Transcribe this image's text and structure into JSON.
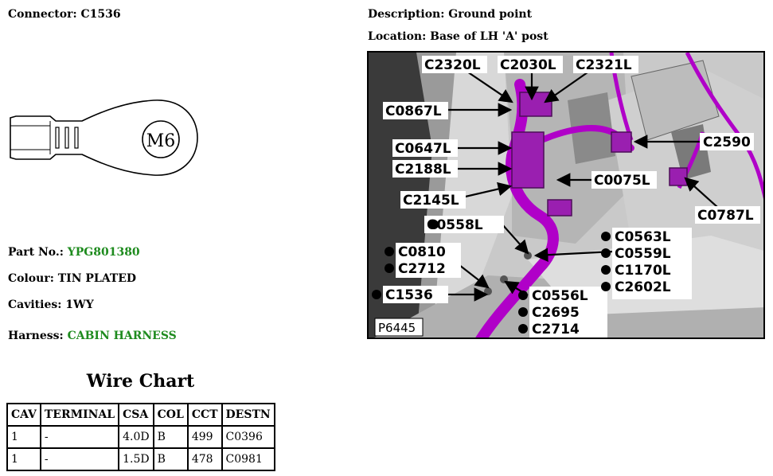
{
  "header": {
    "connector_label": "Connector:",
    "connector_value": "C1536",
    "description_label": "Description:",
    "description_value": "Ground point",
    "location_label": "Location:",
    "location_value": "Base of LH 'A' post"
  },
  "connector_icon": {
    "text": "M6"
  },
  "details": {
    "part_label": "Part No.:",
    "part_value": "YPG801380",
    "colour_label": "Colour:",
    "colour_value": "TIN PLATED",
    "cavities_label": "Cavities:",
    "cavities_value": "1WY",
    "harness_label": "Harness:",
    "harness_value": "CABIN HARNESS"
  },
  "wire_chart": {
    "title": "Wire Chart",
    "headers": [
      "CAV",
      "TERMINAL",
      "CSA",
      "COL",
      "CCT",
      "DESTN"
    ],
    "rows": [
      [
        "1",
        "-",
        "4.0D",
        "B",
        "499",
        "C0396"
      ],
      [
        "1",
        "-",
        "1.5D",
        "B",
        "478",
        "C0981"
      ]
    ]
  },
  "photo": {
    "ref": "P6445",
    "callouts": {
      "c2320l": "C2320L",
      "c2030l": "C2030L",
      "c2321l": "C2321L",
      "c0867l": "C0867L",
      "c2590": "C2590",
      "c0647l": "C0647L",
      "c2188l": "C2188L",
      "c0075l": "C0075L",
      "c2145l": "C2145L",
      "c0787l": "C0787L",
      "c0558l": "C0558L",
      "c0563l": "C0563L",
      "c0810": "C0810",
      "c0559l": "C0559L",
      "c2712": "C2712",
      "c1170l": "C1170L",
      "c2602l": "C2602L",
      "c1536": "C1536",
      "c0556l": "C0556L",
      "c2695": "C2695",
      "c2714": "C2714"
    },
    "colors": {
      "harness": "#b000c8",
      "panel": "#bdbdbd",
      "dark": "#2a2a2a"
    }
  }
}
